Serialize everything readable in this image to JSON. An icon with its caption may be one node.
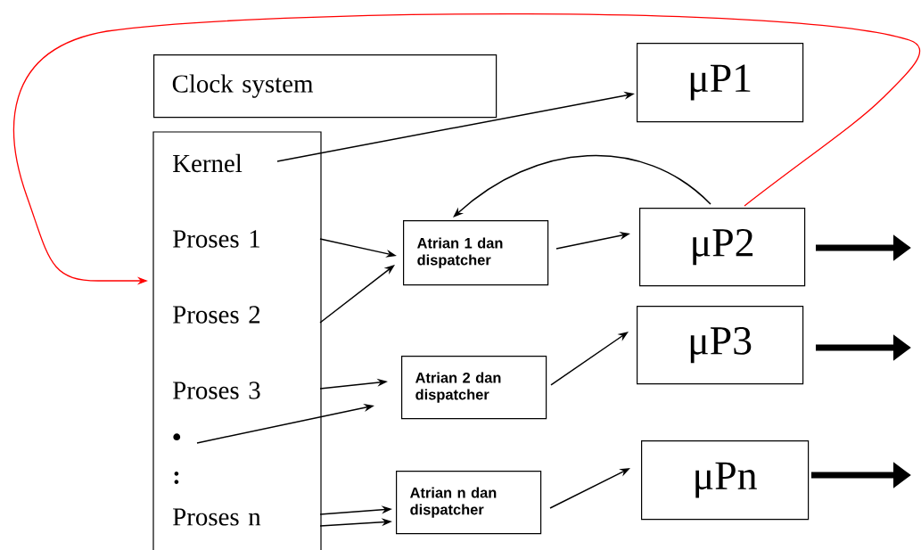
{
  "diagram": {
    "nodes": [
      {
        "text": [
          "Clock system"
        ]
      },
      {
        "text": [],
        "shape": "box"
      },
      {
        "text": [
          "Kernel"
        ],
        "in": 1
      },
      {
        "text": [
          "Proses 1"
        ],
        "in": 1
      },
      {
        "text": [
          "Proses 2"
        ],
        "in": 1
      },
      {
        "text": [
          "Proses 3"
        ],
        "in": 1
      },
      {
        "text": [
          "•"
        ],
        "in": 1
      },
      {
        "text": [
          ":"
        ],
        "in": 1
      },
      {
        "text": [
          "Proses n"
        ],
        "in": 1
      },
      {
        "text": [
          "μP1"
        ]
      },
      {
        "text": [
          "Atrian 1 dan dispatcher"
        ]
      },
      {
        "text": [
          "μP2"
        ]
      },
      {
        "text": [
          "Atrian 2 dan dispatcher"
        ]
      },
      {
        "text": [
          "μP3"
        ]
      },
      {
        "text": [
          "Atrian n dan dispatcher"
        ]
      },
      {
        "text": [
          "μPn"
        ]
      }
    ],
    "edges": [
      {
        "from": 2,
        "to": 9,
        "arrow": "to"
      },
      {
        "from": 3,
        "to": 10,
        "arrow": "to"
      },
      {
        "from": 4,
        "to": 10,
        "arrow": "to"
      },
      {
        "from": 10,
        "to": 11,
        "arrow": "to"
      },
      {
        "from": 11,
        "to": 10,
        "arrow": "to"
      },
      {
        "from": 11,
        "to": 1,
        "arrow": "to",
        "color": "#ff0000"
      },
      {
        "from": 5,
        "to": 12,
        "arrow": "to"
      },
      {
        "from": 6,
        "to": 12,
        "arrow": "to"
      },
      {
        "from": 12,
        "to": 13,
        "arrow": "to"
      },
      {
        "from": 8,
        "to": 14,
        "arrow": "to"
      },
      {
        "from": 8,
        "to": 14,
        "arrow": "to"
      },
      {
        "from": 14,
        "to": 15,
        "arrow": "to"
      },
      {
        "from": 11,
        "to": null,
        "arrow": "to",
        "style": "thick"
      },
      {
        "from": 13,
        "to": null,
        "arrow": "to",
        "style": "thick"
      },
      {
        "from": 15,
        "to": null,
        "arrow": "to",
        "style": "thick"
      }
    ]
  }
}
